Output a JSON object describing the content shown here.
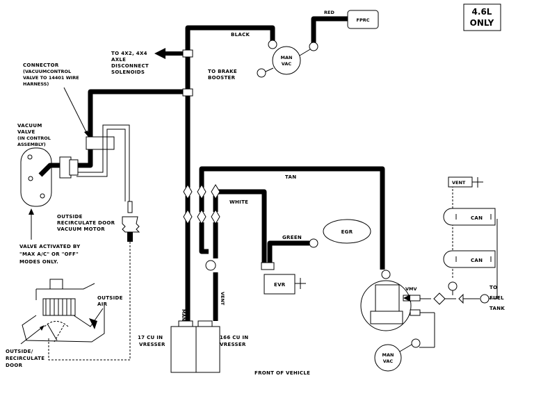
{
  "engine_badge": {
    "line1": "4.6L",
    "line2": "ONLY"
  },
  "labels": {
    "red": "RED",
    "fprc": "FPRC",
    "black": "BLACK",
    "man_vac_top_line1": "MAN",
    "man_vac_top_line2": "VAC",
    "to_4x2_line1": "TO 4X2, 4X4",
    "to_4x2_line2": "AXLE",
    "to_4x2_line3": "DISCONNECT",
    "to_4x2_line4": "SOLENOIDS",
    "to_brake_line1": "TO BRAKE",
    "to_brake_line2": "BOOSTER",
    "connector_line1": "CONNECTOR",
    "connector_line2": "(VACUUMCONTROL",
    "connector_line3": "VALVE TO 14401 WIRE",
    "connector_line4": "HARNESS)",
    "vacuum_valve_line1": "VACUUM",
    "vacuum_valve_line2": "VALVE",
    "vacuum_valve_line3": "(IN CONTROL",
    "vacuum_valve_line4": "ASSEMBLY)",
    "outside_recirc_motor_line1": "OUTSIDE",
    "outside_recirc_motor_line2": "RECIRCULATE DOOR",
    "outside_recirc_motor_line3": "VACUUM MOTOR",
    "valve_activated_line1": "VALVE ACTIVATED BY",
    "valve_activated_line2": "\"MAX A/C\" OR \"OFF\"",
    "valve_activated_line3": "MODES ONLY.",
    "outside_air_line1": "OUTSIDE",
    "outside_air_line2": "AIR",
    "outside_recirc_door_line1": "OUTSIDE/",
    "outside_recirc_door_line2": "RECIRCULATE",
    "outside_recirc_door_line3": "DOOR",
    "tan": "TAN",
    "white": "WHITE",
    "green": "GREEN",
    "egr": "EGR",
    "evr": "EVR",
    "vent_box": "VENT",
    "can_1": "CAN",
    "can_2": "CAN",
    "vmv": "VMV",
    "to_fuel_tank_line1": "TO",
    "to_fuel_tank_line2": "FUEL",
    "to_fuel_tank_line3": "TANK",
    "man_vertical": "MAN",
    "vent_vertical": "VENT",
    "vresser_17_line1": "17 CU IN",
    "vresser_17_line2": "VRESSER",
    "vresser_166_line1": "166 CU IN",
    "vresser_166_line2": "VRESSER",
    "man_vac_bottom_line1": "MAN",
    "man_vac_bottom_line2": "VAC",
    "front_of_vehicle": "FRONT OF VEHICLE"
  }
}
